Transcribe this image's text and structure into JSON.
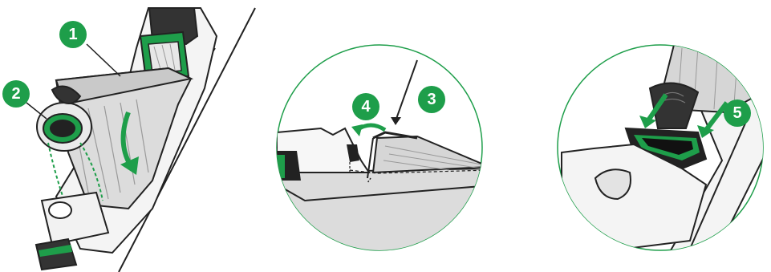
{
  "colors": {
    "accent": "#1e9e4a",
    "outline": "#222222",
    "panel_light": "#ececec",
    "panel_mid": "#d6d6d6",
    "bag_fill": "#dcdcdc",
    "circle_stroke": "#1e9e4a"
  },
  "steps": [
    {
      "number": "1"
    },
    {
      "number": "2"
    },
    {
      "number": "3"
    },
    {
      "number": "4"
    },
    {
      "number": "5"
    }
  ],
  "arrows": [
    "curved-down-arrow",
    "straight-down-arrow",
    "curved-left-arrow",
    "dual-down-arrows"
  ]
}
